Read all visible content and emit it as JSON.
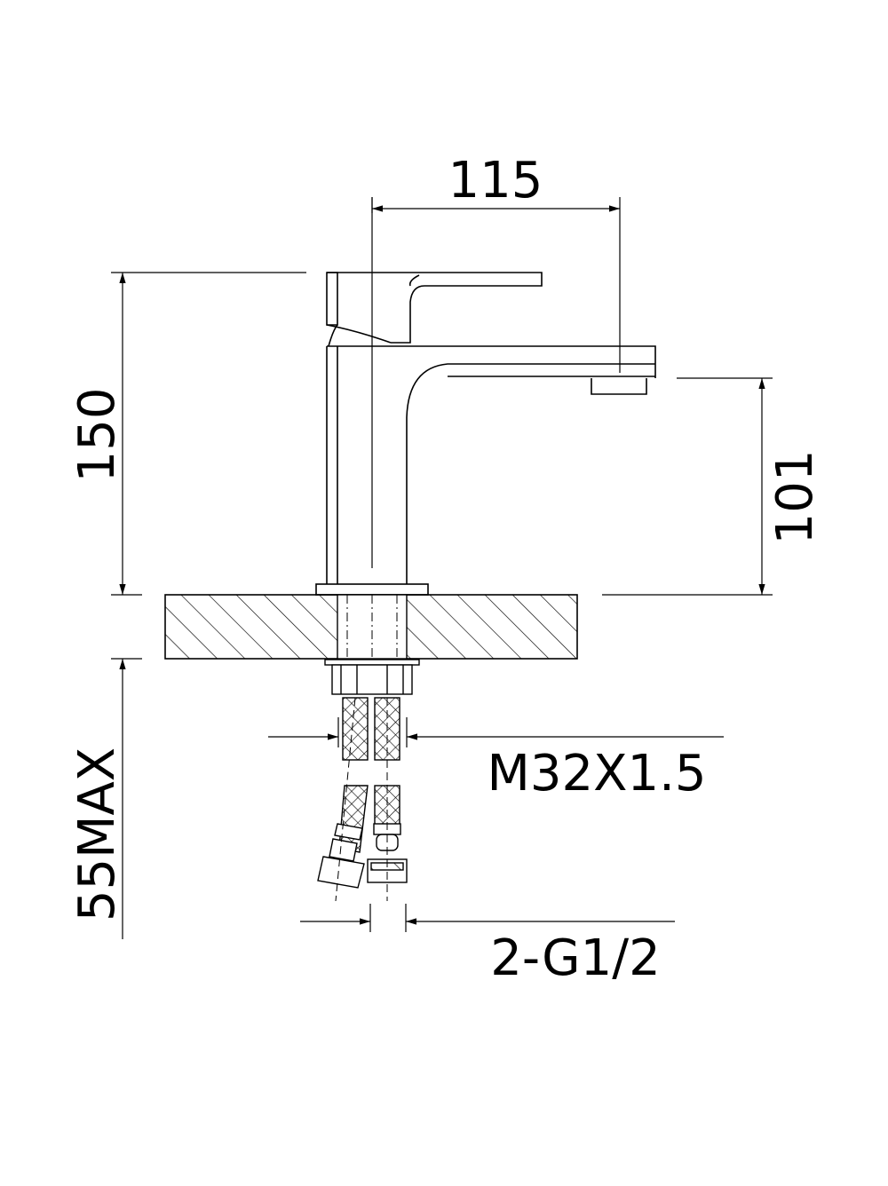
{
  "drawing": {
    "title": "Basin mixer tap dimension drawing",
    "line_color": "#000000",
    "background": "#ffffff"
  },
  "dimensions": {
    "width_spout": "115",
    "height_total": "150",
    "height_spout": "101",
    "max_deck_thickness": "55MAX",
    "thread": "M32X1.5",
    "hose_connections": "2-G1/2"
  }
}
